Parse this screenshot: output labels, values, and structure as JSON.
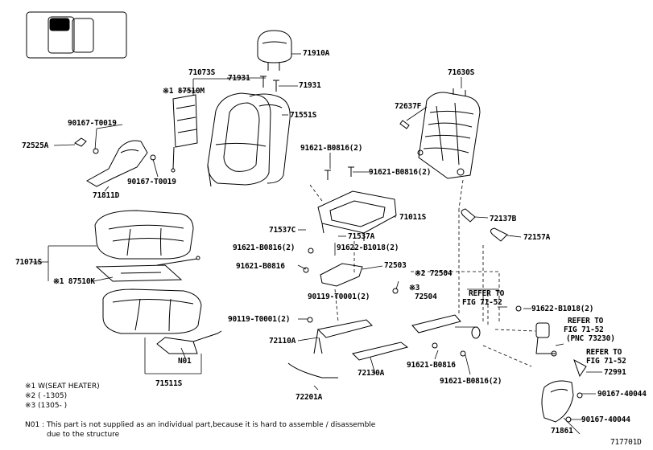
{
  "drawing_id": "717701D",
  "parts": {
    "p71910A": "71910A",
    "p71931a": "71931",
    "p71931b": "71931",
    "p71073S": "71073S",
    "p87510M": "※1 87510M",
    "p71551S": "71551S",
    "p90167a": "90167-T0019",
    "p72525A": "72525A",
    "p90167b": "90167-T0019",
    "p71811D": "71811D",
    "p71630S": "71630S",
    "p72637F": "72637F",
    "p91621a": "91621-B0816(2)",
    "p91621b": "91621-B0816(2)",
    "p71011S": "71011S",
    "p72137B": "72137B",
    "p72157A": "72157A",
    "p71537C": "71537C",
    "p71537A": "71537A",
    "p91621c": "91621-B0816(2)",
    "p91622a": "91622-B1018(2)",
    "p71071S": "71071S",
    "p87510K": "※1 87510K",
    "p91621d": "91621-B0816",
    "p72503": "72503",
    "p72504a": "※2 72504",
    "p72504b": "※3",
    "p72504c": "72504",
    "p90119a": "90119-T0001(2)",
    "refer1a": "REFER TO",
    "refer1b": "FIG 71-52",
    "p91622b": "91622-B1018(2)",
    "p90119b": "90119-T0001(2)",
    "refer2a": "REFER TO",
    "refer2b": "FIG 71-52",
    "refer2c": "(PNC 73230)",
    "p72110A": "72110A",
    "refer3a": "REFER TO",
    "refer3b": "FIG 71-52",
    "pN01": "N01",
    "p91621e": "91621-B0816",
    "p72991": "72991",
    "p72130A": "72130A",
    "p91621f": "91621-B0816(2)",
    "p71511S": "71511S",
    "p90167c": "90167-40044",
    "p72201A": "72201A",
    "p71861": "71861",
    "p90167d": "90167-40044"
  },
  "notes": {
    "n1": "※1 W(SEAT HEATER)",
    "n2": "※2 (      -1305)",
    "n3": "※3 (1305-      )",
    "n01a": "N01 :  This part is not supplied as an individual part,because it is hard to assemble / disassemble",
    "n01b": "due to the structure"
  }
}
